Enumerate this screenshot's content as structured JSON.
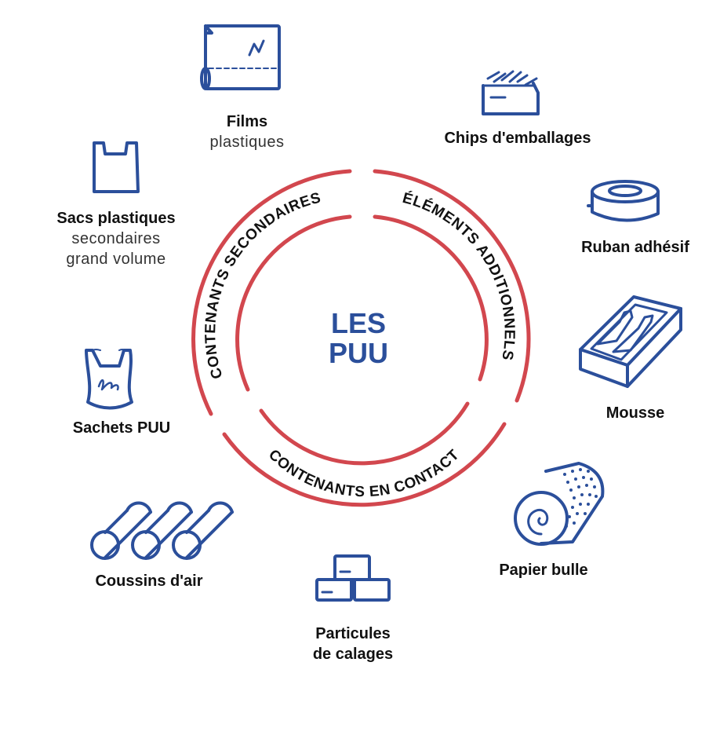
{
  "center": {
    "line1": "LES",
    "line2": "PUU"
  },
  "rings": [
    {
      "text": "CONTENANTS SECONDAIRES"
    },
    {
      "text": "ÉLÉMENTS ADDITIONNELS"
    },
    {
      "text": "CONTENANTS EN CONTACT"
    }
  ],
  "items": {
    "films": {
      "title": "Films",
      "subtitle": "plastiques"
    },
    "chips": {
      "title": "Chips d'emballages"
    },
    "ruban": {
      "title": "Ruban adhésif"
    },
    "mousse": {
      "title": "Mousse"
    },
    "papier_bulle": {
      "title": "Papier bulle"
    },
    "particules": {
      "title": "Particules",
      "title2": "de calages"
    },
    "coussins": {
      "title": "Coussins d'air"
    },
    "sachets": {
      "title": "Sachets PUU"
    },
    "sacs": {
      "title": "Sacs plastiques",
      "subtitle": "secondaires",
      "subtitle2": "grand volume"
    }
  },
  "colors": {
    "ring": "#d2474e",
    "icon": "#2b4f9b",
    "title": "#2b4f9b",
    "text": "#111111"
  },
  "icons": [
    "film-roll-icon",
    "packing-chips-icon",
    "tape-roll-icon",
    "foam-insert-icon",
    "bubble-wrap-icon",
    "filler-particles-icon",
    "air-cushions-icon",
    "plastic-pouch-icon",
    "shopping-bag-icon"
  ]
}
